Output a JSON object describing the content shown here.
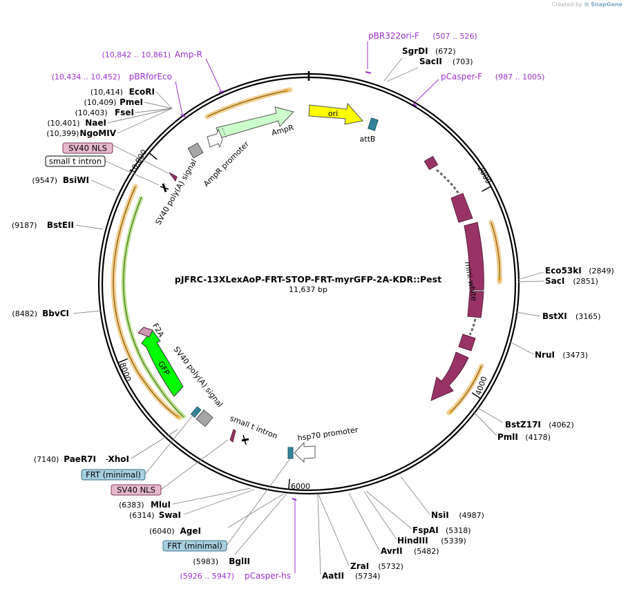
{
  "credit": {
    "prefix": "Created by",
    "brand": "SnapGene"
  },
  "plasmid": {
    "name": "pJFRC-13XLexAoP-FRT-STOP-FRT-myrGFP-2A-KDR::Pest",
    "length_label": "11,637 bp",
    "total_bp": 11637
  },
  "ruler_ticks": [
    {
      "label": "2000",
      "pos": 2000
    },
    {
      "label": "4000",
      "pos": 4000
    },
    {
      "label": "6000",
      "pos": 6000
    },
    {
      "label": "8000",
      "pos": 8000
    },
    {
      "label": "10,000",
      "pos": 10000
    }
  ],
  "enzymes": [
    {
      "id": "sgrdi",
      "name": "SgrDI",
      "pos_label": "(672)",
      "pos": 672,
      "side": "right"
    },
    {
      "id": "sacii",
      "name": "SacII",
      "pos_label": "(703)",
      "pos": 703,
      "side": "right"
    },
    {
      "id": "eco53ki",
      "name": "Eco53kI",
      "pos_label": "(2849)",
      "pos": 2849,
      "side": "right"
    },
    {
      "id": "saci",
      "name": "SacI",
      "pos_label": "(2851)",
      "pos": 2851,
      "side": "right"
    },
    {
      "id": "bstxi",
      "name": "BstXI",
      "pos_label": "(3165)",
      "pos": 3165,
      "side": "right"
    },
    {
      "id": "drui",
      "name": "NruI",
      "pos_label": "(3473)",
      "pos": 3473,
      "side": "right"
    },
    {
      "id": "bstz17i",
      "name": "BstZ17I",
      "pos_label": "(4062)",
      "pos": 4062,
      "side": "right"
    },
    {
      "id": "pmli",
      "name": "PmlI",
      "pos_label": "(4178)",
      "pos": 4178,
      "side": "right"
    },
    {
      "id": "nsii",
      "name": "NsiI",
      "pos_label": "(4987)",
      "pos": 4987,
      "side": "right"
    },
    {
      "id": "fspai",
      "name": "FspAI",
      "pos_label": "(5318)",
      "pos": 5318,
      "side": "right"
    },
    {
      "id": "hindiii",
      "name": "HindIII",
      "pos_label": "(5339)",
      "pos": 5339,
      "side": "right"
    },
    {
      "id": "avrii",
      "name": "AvrII",
      "pos_label": "(5482)",
      "pos": 5482,
      "side": "right"
    },
    {
      "id": "zrai",
      "name": "ZraI",
      "pos_label": "(5732)",
      "pos": 5732,
      "side": "right"
    },
    {
      "id": "aatii",
      "name": "AatII",
      "pos_label": "(5734)",
      "pos": 5734,
      "side": "right"
    },
    {
      "id": "bglii",
      "name": "BglII",
      "pos_label": "(5983)",
      "pos": 5983,
      "side": "left"
    },
    {
      "id": "agei",
      "name": "AgeI",
      "pos_label": "(6040)",
      "pos": 6040,
      "side": "left"
    },
    {
      "id": "swai",
      "name": "SwaI",
      "pos_label": "(6314)",
      "pos": 6314,
      "side": "left"
    },
    {
      "id": "mlui",
      "name": "MluI",
      "pos_label": "(6383)",
      "pos": 6383,
      "side": "left"
    },
    {
      "id": "paer7i",
      "name": "PaeR7I",
      "pos_label": "(7140)",
      "pos": 7140,
      "side": "left"
    },
    {
      "id": "xhoi",
      "name": "XhoI",
      "pos_label": "",
      "pos": 7140,
      "side": "left"
    },
    {
      "id": "bbvci",
      "name": "BbvCI",
      "pos_label": "(8482)",
      "pos": 8482,
      "side": "left"
    },
    {
      "id": "bsteii",
      "name": "BstEII",
      "pos_label": "(9187)",
      "pos": 9187,
      "side": "left"
    },
    {
      "id": "bsiwi",
      "name": "BsiWI",
      "pos_label": "(9547)",
      "pos": 9547,
      "side": "left"
    },
    {
      "id": "ngomiv",
      "name": "NgoMIV",
      "pos_label": "(10,399)",
      "pos": 10399,
      "side": "left"
    },
    {
      "id": "naei",
      "name": "NaeI",
      "pos_label": "(10,401)",
      "pos": 10401,
      "side": "left"
    },
    {
      "id": "fsei",
      "name": "FseI",
      "pos_label": "(10,403)",
      "pos": 10403,
      "side": "left"
    },
    {
      "id": "pmei",
      "name": "PmeI",
      "pos_label": "(10,409)",
      "pos": 10409,
      "side": "left"
    },
    {
      "id": "ecori",
      "name": "EcoRI",
      "pos_label": "(10,414)",
      "pos": 10414,
      "side": "left"
    }
  ],
  "primers": [
    {
      "id": "pbr322ori-f",
      "name": "pBR322ori-F",
      "range": "(507 .. 526)",
      "pos": 516
    },
    {
      "id": "pcasper-f",
      "name": "pCasper-F",
      "range": "(987 .. 1005)",
      "pos": 996
    },
    {
      "id": "amp-r",
      "name": "Amp-R",
      "range": "(10,842 .. 10,861)",
      "pos": 10851
    },
    {
      "id": "pbrforeco",
      "name": "pBRforEco",
      "range": "(10,434 .. 10,452)",
      "pos": 10443
    },
    {
      "id": "pcasper-hs",
      "name": "pCasper-hs",
      "range": "(5926 .. 5947)",
      "pos": 5936
    }
  ],
  "boxed_features": [
    {
      "id": "sv40-nls-top",
      "label": "SV40 NLS",
      "style": "pink"
    },
    {
      "id": "small-t-intron-top",
      "label": "small t intron",
      "style": "white"
    },
    {
      "id": "frt-minimal-1",
      "label": "FRT (minimal)",
      "style": "blue"
    },
    {
      "id": "sv40-nls-bottom",
      "label": "SV40 NLS",
      "style": "pink"
    },
    {
      "id": "frt-minimal-2",
      "label": "FRT (minimal)",
      "style": "blue"
    }
  ],
  "features": [
    {
      "id": "ori",
      "label": "ori",
      "color": "#ffff00"
    },
    {
      "id": "attb",
      "label": "attB",
      "color": "#31849b"
    },
    {
      "id": "ampr",
      "label": "AmpR",
      "color": "#ccffcc"
    },
    {
      "id": "ampr-promoter",
      "label": "AmpR promoter",
      "color": "#ffffff"
    },
    {
      "id": "sv40-polya-top",
      "label": "SV40 poly(A) signal",
      "color": "#a6a6a6"
    },
    {
      "id": "mini-white",
      "label": "mini-white",
      "color": "#993366"
    },
    {
      "id": "gfp",
      "label": "GFP",
      "color": "#00ff00"
    },
    {
      "id": "f2a",
      "label": "F2A",
      "color": "#cc99b3"
    },
    {
      "id": "sv40-polya-bottom",
      "label": "SV40 poly(A) signal",
      "color": "#a6a6a6"
    },
    {
      "id": "small-t-intron-bottom",
      "label": "small t intron",
      "color": "#993366"
    },
    {
      "id": "hsp70-promoter",
      "label": "hsp70 promoter",
      "color": "#ffffff"
    }
  ],
  "colors": {
    "primer": "#9b30d0",
    "orf_fill": "#fbe5b6",
    "orf_stroke": "#e4a637",
    "backbone": "#000000"
  }
}
